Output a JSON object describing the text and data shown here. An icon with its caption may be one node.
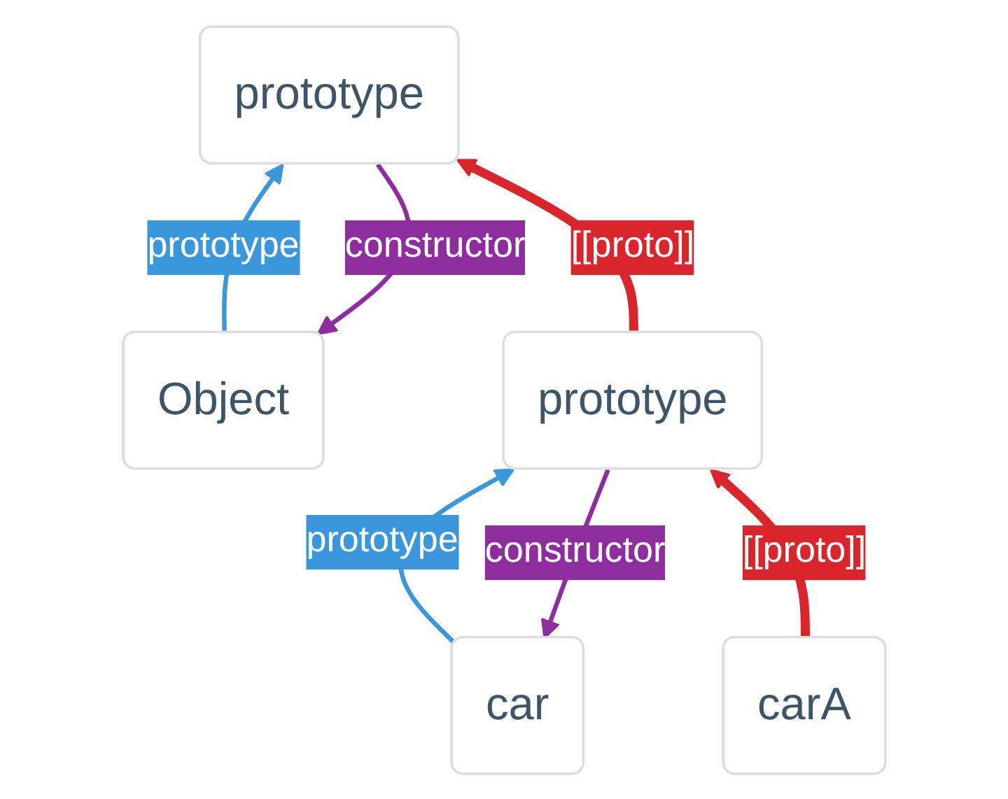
{
  "diagram": {
    "nodes": [
      {
        "text": [
          "Object"
        ]
      },
      {
        "text": [
          "prototype"
        ]
      },
      {
        "text": [
          "car"
        ]
      },
      {
        "text": [
          "prototype"
        ]
      },
      {
        "text": [
          "carA"
        ]
      }
    ],
    "edges": [
      {
        "from": 0,
        "to": 1,
        "arrow": "to",
        "label": "prototype",
        "color": "#3a97dc"
      },
      {
        "from": 1,
        "to": 0,
        "arrow": "to",
        "label": "constructor",
        "color": "#8e2d9e"
      },
      {
        "from": 2,
        "to": 3,
        "arrow": "to",
        "label": "prototype",
        "color": "#3a97dc"
      },
      {
        "from": 3,
        "to": 2,
        "arrow": "to",
        "label": "constructor",
        "color": "#8e2d9e"
      },
      {
        "from": 3,
        "to": 1,
        "arrow": "to",
        "label": "[[proto]]",
        "style": "thick",
        "color": "#d9252b"
      },
      {
        "from": 4,
        "to": 3,
        "arrow": "to",
        "label": "[[proto]]",
        "style": "thick",
        "color": "#d9252b"
      }
    ]
  }
}
